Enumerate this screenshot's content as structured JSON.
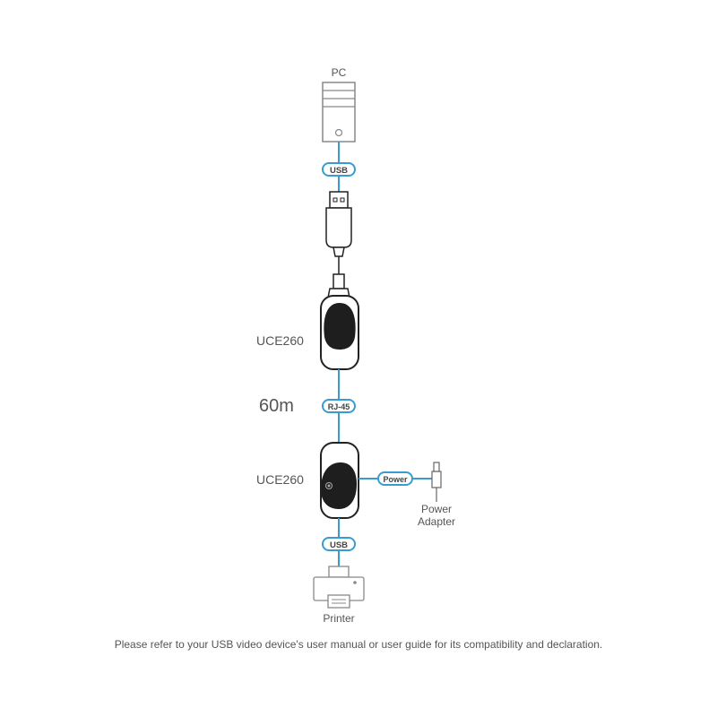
{
  "labels": {
    "pc": "PC",
    "uce_top": "UCE260",
    "distance": "60m",
    "uce_bottom": "UCE260",
    "power_adapter_line1": "Power",
    "power_adapter_line2": "Adapter",
    "printer": "Printer"
  },
  "connector_tags": {
    "usb_top": "USB",
    "rj45": "RJ-45",
    "power": "Power",
    "usb_bottom": "USB"
  },
  "footnote": "Please refer to your USB video device's user manual or user guide for its compatibility and declaration.",
  "colors": {
    "cable": "#3a9bd0",
    "device_dark": "#1e1e1e",
    "outline": "#888888",
    "text": "#555555"
  }
}
